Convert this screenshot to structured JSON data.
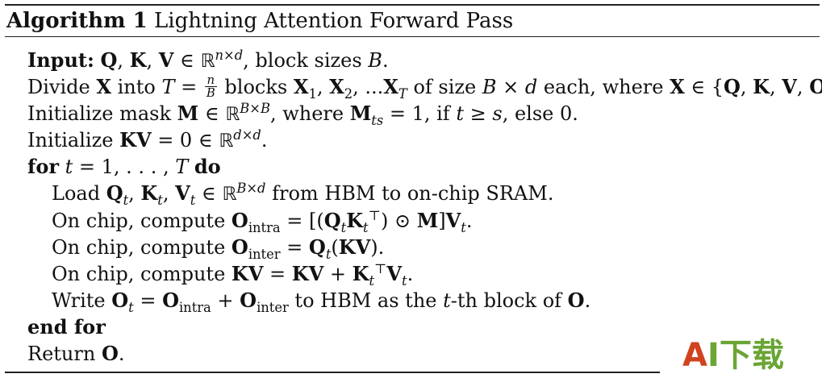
{
  "algorithm": {
    "label": "Algorithm 1",
    "title": "Lightning Attention Forward Pass"
  },
  "lines": {
    "input_kw": "Input:",
    "input_dims": "n×d",
    "input_rest": ", block sizes ",
    "divide_pre": "Divide ",
    "divide_into": " into ",
    "divide_eq": " = ",
    "frac_num": "n",
    "frac_den": "B",
    "divide_blocks": " blocks ",
    "divide_size": " of size ",
    "divide_each": " each, where ",
    "init_mask": "Initialize mask ",
    "mask_dims": "B×B",
    "mask_where": ", where ",
    "mask_cond": " = 1, if ",
    "mask_else": ", else 0.",
    "init_kv": "Initialize ",
    "kv_zero": " = 0 ∈ ",
    "kv_dims": "d×d",
    "for_kw": "for",
    "for_range": " = 1, . . . , ",
    "do_kw": "do",
    "load_pre": "Load ",
    "load_dims": "B×d",
    "load_rest": " from HBM to on-chip SRAM.",
    "chip": "On chip, compute ",
    "intra": "intra",
    "inter": "inter",
    "write_pre": "Write ",
    "write_mid": " to HBM as the ",
    "write_th": "-th block of ",
    "endfor_kw": "end for",
    "return_pre": "Return "
  },
  "watermark": {
    "a": "A",
    "i": "I",
    "cn": "下载"
  }
}
